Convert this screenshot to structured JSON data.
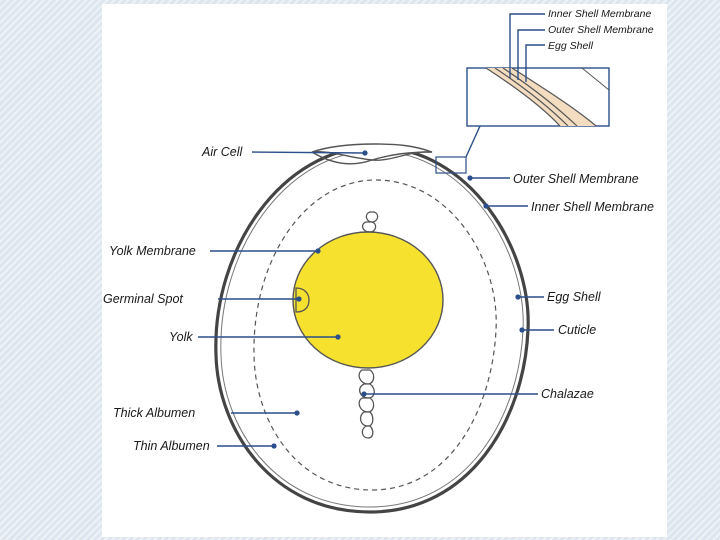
{
  "diagram": {
    "labels": {
      "inner_shell_membrane_top": "Inner Shell Membrane",
      "outer_shell_membrane_top": "Outer Shell Membrane",
      "egg_shell_top": "Egg Shell",
      "air_cell": "Air Cell",
      "outer_shell_membrane": "Outer Shell Membrane",
      "inner_shell_membrane": "Inner Shell Membrane",
      "yolk_membrane": "Yolk Membrane",
      "germinal_spot": "Germinal Spot",
      "yolk": "Yolk",
      "egg_shell": "Egg Shell",
      "cuticle": "Cuticle",
      "chalazae": "Chalazae",
      "thick_albumen": "Thick Albumen",
      "thin_albumen": "Thin Albumen"
    },
    "colors": {
      "yolk": "#f5e12e",
      "leader": "#2b4f8a",
      "shell_band": "#f3dcc0"
    }
  }
}
